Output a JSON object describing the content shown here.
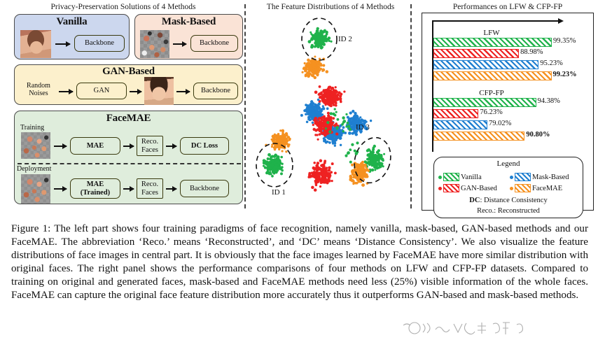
{
  "left_panel": {
    "title": "Privacy-Preservation Solutions of 4 Methods",
    "methods": [
      {
        "name": "Vanilla",
        "bg_color": "#ccd7ee",
        "nodes": [
          {
            "label": "Backbone"
          }
        ]
      },
      {
        "name": "Mask-Based",
        "bg_color": "#fae3d6",
        "nodes": [
          {
            "label": "Backbone"
          }
        ]
      },
      {
        "name": "GAN-Based",
        "bg_color": "#fcf0cc",
        "input_label_line1": "Random",
        "input_label_line2": "Noises",
        "nodes": [
          {
            "label": "GAN"
          },
          {
            "label": "Backbone"
          }
        ]
      },
      {
        "name": "FaceMAE",
        "bg_color": "#dfeddc",
        "rows": [
          {
            "stage": "Training",
            "nodes": [
              {
                "label": "MAE",
                "bold": true
              },
              {
                "label_line1": "Reco.",
                "label_line2": "Faces"
              },
              {
                "label": "DC Loss",
                "bold": true
              }
            ]
          },
          {
            "stage": "Deployment",
            "nodes": [
              {
                "label_line1": "MAE",
                "label_line2": "(Trained)",
                "bold": true
              },
              {
                "label_line1": "Reco.",
                "label_line2": "Faces"
              },
              {
                "label": "Backbone"
              }
            ]
          }
        ]
      }
    ]
  },
  "center_panel": {
    "title": "The Feature Distributions of 4 Methods",
    "cluster_labels": [
      "ID 2",
      "ID 3",
      "ID 1"
    ],
    "method_colors": {
      "vanilla": "#1fb24b",
      "gan_based": "#ee2222",
      "mask_based": "#1f7fd0",
      "face_mae": "#f59120"
    }
  },
  "right_panel": {
    "title": "Performances on LFW & CFP-FP",
    "legend": {
      "title": "Legend",
      "items": [
        {
          "label": "Vanilla",
          "color": "#1fb24b"
        },
        {
          "label": "Mask-Based",
          "color": "#1f7fd0"
        },
        {
          "label": "GAN-Based",
          "color": "#ee2222"
        },
        {
          "label": "FaceMAE",
          "color": "#f59120"
        }
      ],
      "notes": [
        {
          "abbr": "DC",
          "text": ": Distance Consistency"
        },
        {
          "abbr": "Reco.",
          "text": ": Reconstructed"
        }
      ]
    }
  },
  "chart_data": {
    "type": "bar",
    "title": "Performances on LFW & CFP-FP",
    "orientation": "horizontal",
    "xlabel": "",
    "ylabel": "",
    "grid": false,
    "legend_position": "bottom",
    "series": [
      {
        "name": "Vanilla",
        "color": "#1fb24b",
        "values": [
          99.35,
          94.38
        ],
        "labels": [
          "99.35%",
          "94.38%"
        ]
      },
      {
        "name": "GAN-Based",
        "color": "#ee2222",
        "values": [
          88.98,
          76.23
        ],
        "labels": [
          "88.98%",
          "76.23%"
        ]
      },
      {
        "name": "Mask-Based",
        "color": "#1f7fd0",
        "values": [
          95.23,
          79.02
        ],
        "labels": [
          "95.23%",
          "79.02%"
        ]
      },
      {
        "name": "FaceMAE",
        "color": "#f59120",
        "values": [
          99.23,
          90.8
        ],
        "labels": [
          "99.23%",
          "90.80%"
        ],
        "highlight": true
      }
    ],
    "categories": [
      "LFW",
      "CFP-FP"
    ],
    "group_labels": [
      "LFW",
      "CFP-FP"
    ]
  },
  "caption": {
    "label": "Figure 1:",
    "text": " The left part shows four training paradigms of face recognition, namely vanilla, mask-based, GAN-based methods and our FaceMAE. The abbreviation ‘Reco.’ means ‘Reconstructed’, and ‘DC’ means ‘Distance Consistency’. We also visualize the feature distributions of face images in central part. It is obviously that the face images learned by FaceMAE have more similar distribution with original faces. The right panel shows the performance comparisons of four methods on LFW and CFP-FP datasets. Compared to training on original and generated faces, mask-based and FaceMAE methods need less (25%) visible information of the whole faces. FaceMAE can capture the original face feature distribution more accurately thus it outperforms GAN-based and mask-based methods."
  }
}
